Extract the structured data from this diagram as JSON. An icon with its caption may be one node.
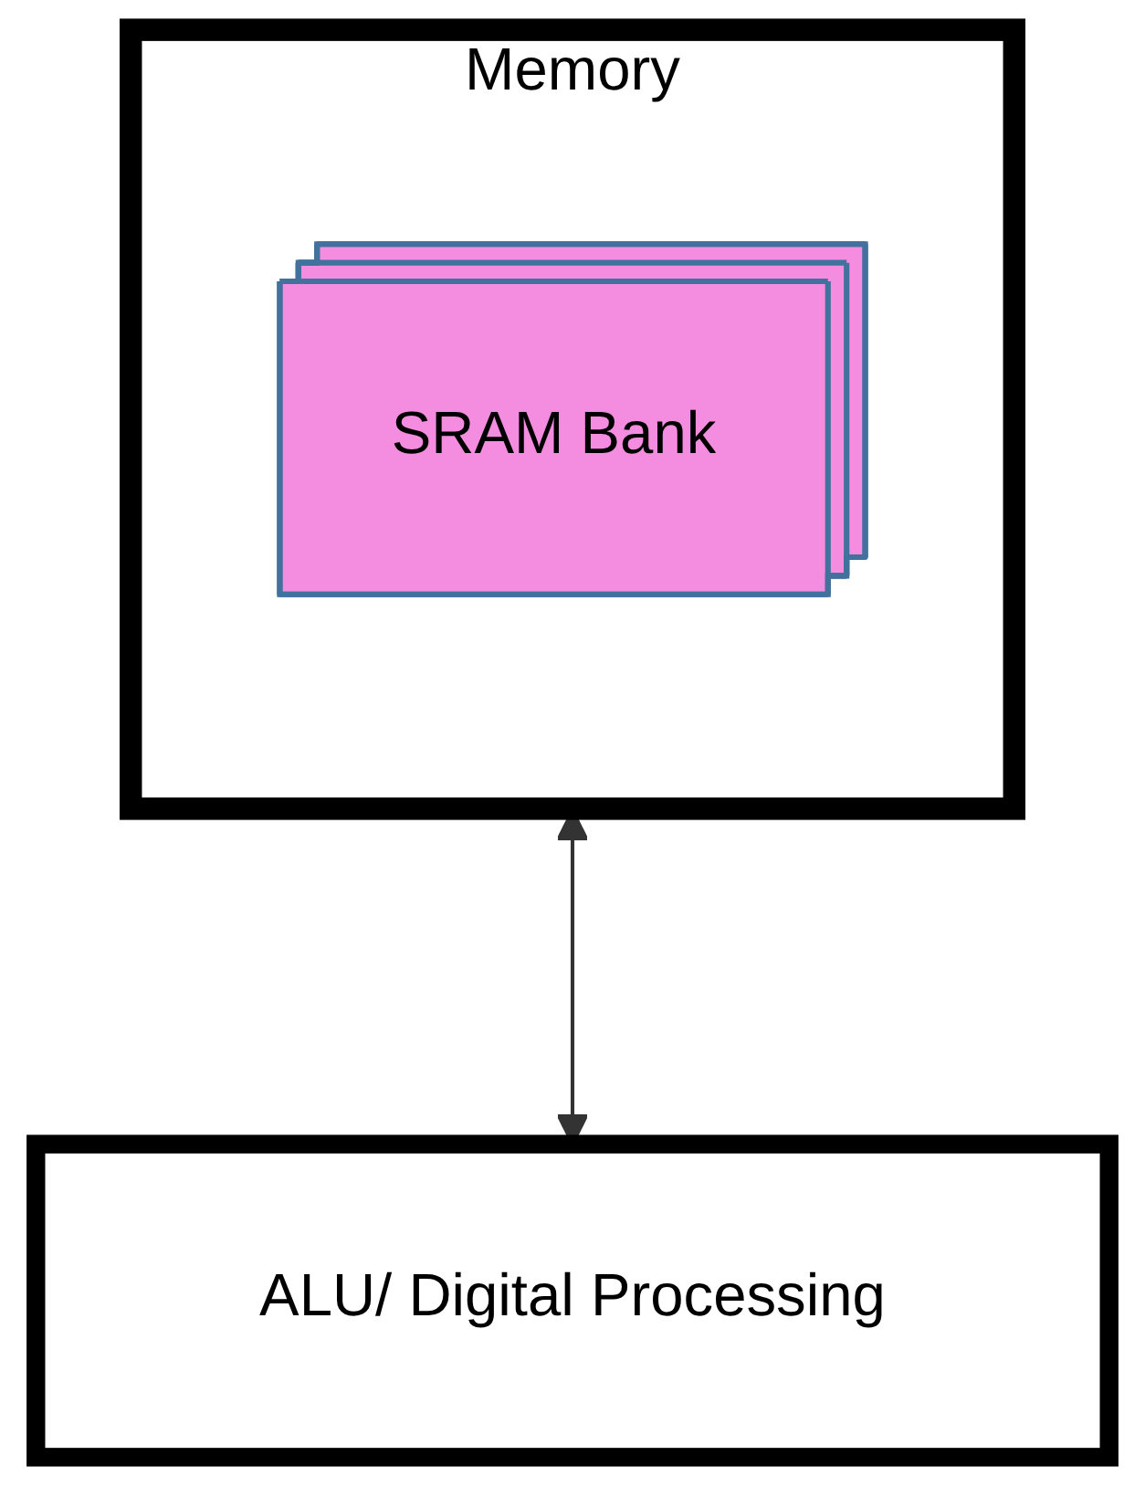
{
  "diagram": {
    "nodes": [
      {
        "text": [
          "Memory"
        ]
      },
      {
        "text": [
          "SRAM Bank"
        ],
        "in": 0
      },
      {
        "text": [
          "ALU/ Digital Processing"
        ]
      }
    ],
    "edges": [
      {
        "from": 0,
        "to": 2,
        "arrow": "both"
      }
    ]
  }
}
